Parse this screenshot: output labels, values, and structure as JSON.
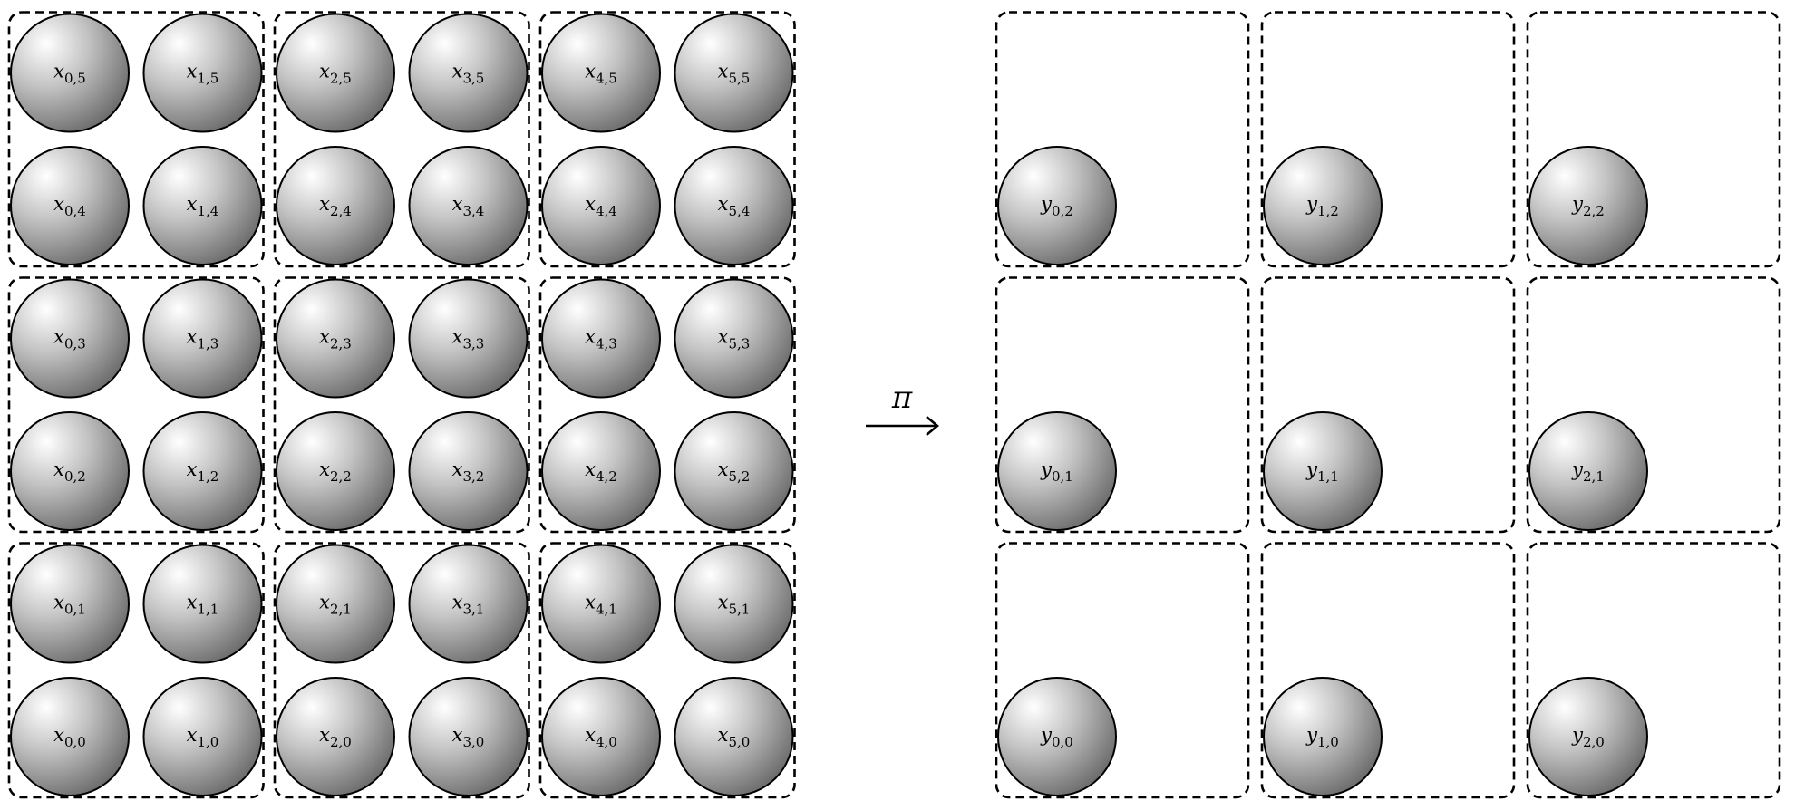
{
  "source": {
    "variable": "x",
    "grid_cols": 6,
    "grid_rows": 6,
    "block_size": 2,
    "balls": [
      {
        "i": 0,
        "j": 5,
        "sub": "0,5"
      },
      {
        "i": 1,
        "j": 5,
        "sub": "1,5"
      },
      {
        "i": 2,
        "j": 5,
        "sub": "2,5"
      },
      {
        "i": 3,
        "j": 5,
        "sub": "3,5"
      },
      {
        "i": 4,
        "j": 5,
        "sub": "4,5"
      },
      {
        "i": 5,
        "j": 5,
        "sub": "5,5"
      },
      {
        "i": 0,
        "j": 4,
        "sub": "0,4"
      },
      {
        "i": 1,
        "j": 4,
        "sub": "1,4"
      },
      {
        "i": 2,
        "j": 4,
        "sub": "2,4"
      },
      {
        "i": 3,
        "j": 4,
        "sub": "3,4"
      },
      {
        "i": 4,
        "j": 4,
        "sub": "4,4"
      },
      {
        "i": 5,
        "j": 4,
        "sub": "5,4"
      },
      {
        "i": 0,
        "j": 3,
        "sub": "0,3"
      },
      {
        "i": 1,
        "j": 3,
        "sub": "1,3"
      },
      {
        "i": 2,
        "j": 3,
        "sub": "2,3"
      },
      {
        "i": 3,
        "j": 3,
        "sub": "3,3"
      },
      {
        "i": 4,
        "j": 3,
        "sub": "4,3"
      },
      {
        "i": 5,
        "j": 3,
        "sub": "5,3"
      },
      {
        "i": 0,
        "j": 2,
        "sub": "0,2"
      },
      {
        "i": 1,
        "j": 2,
        "sub": "1,2"
      },
      {
        "i": 2,
        "j": 2,
        "sub": "2,2"
      },
      {
        "i": 3,
        "j": 2,
        "sub": "3,2"
      },
      {
        "i": 4,
        "j": 2,
        "sub": "4,2"
      },
      {
        "i": 5,
        "j": 2,
        "sub": "5,2"
      },
      {
        "i": 0,
        "j": 1,
        "sub": "0,1"
      },
      {
        "i": 1,
        "j": 1,
        "sub": "1,1"
      },
      {
        "i": 2,
        "j": 1,
        "sub": "2,1"
      },
      {
        "i": 3,
        "j": 1,
        "sub": "3,1"
      },
      {
        "i": 4,
        "j": 1,
        "sub": "4,1"
      },
      {
        "i": 5,
        "j": 1,
        "sub": "5,1"
      },
      {
        "i": 0,
        "j": 0,
        "sub": "0,0"
      },
      {
        "i": 1,
        "j": 0,
        "sub": "1,0"
      },
      {
        "i": 2,
        "j": 0,
        "sub": "2,0"
      },
      {
        "i": 3,
        "j": 0,
        "sub": "3,0"
      },
      {
        "i": 4,
        "j": 0,
        "sub": "4,0"
      },
      {
        "i": 5,
        "j": 0,
        "sub": "5,0"
      }
    ]
  },
  "map": {
    "label": "π",
    "arrow": "⟶"
  },
  "target": {
    "variable": "y",
    "grid_cols": 3,
    "grid_rows": 3,
    "balls": [
      {
        "i": 0,
        "j": 2,
        "sub": "0,2"
      },
      {
        "i": 1,
        "j": 2,
        "sub": "1,2"
      },
      {
        "i": 2,
        "j": 2,
        "sub": "2,2"
      },
      {
        "i": 0,
        "j": 1,
        "sub": "0,1"
      },
      {
        "i": 1,
        "j": 1,
        "sub": "1,1"
      },
      {
        "i": 2,
        "j": 1,
        "sub": "2,1"
      },
      {
        "i": 0,
        "j": 0,
        "sub": "0,0"
      },
      {
        "i": 1,
        "j": 0,
        "sub": "1,0"
      },
      {
        "i": 2,
        "j": 0,
        "sub": "2,0"
      }
    ]
  },
  "colors": {
    "ball_highlight": "#ffffff",
    "ball_mid": "#c4c4c4",
    "ball_shadow": "#6e6e6e",
    "stroke": "#000000"
  }
}
